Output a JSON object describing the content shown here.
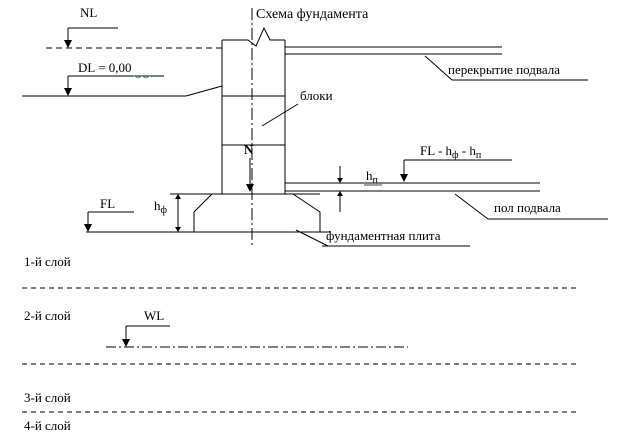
{
  "title": "Схема фундамента",
  "labels": {
    "nl": "NL",
    "dl_prefix": "DL = ",
    "dl_value": "0,00",
    "floor_slab": "перекрытие подвала",
    "blocks": "блоки",
    "load": "N",
    "fl_formula_prefix": "FL - h",
    "fl_formula_sub1": "ф",
    "fl_formula_mid": " - h",
    "fl_formula_sub2": "п",
    "hp_main": "h",
    "hp_sub": "п",
    "hf_main": "h",
    "hf_sub": "ф",
    "fl": "FL",
    "basement_floor": "пол подвала",
    "foundation_slab": "фундаментная плита",
    "wl": "WL"
  },
  "layers": [
    {
      "label": "1-й слой"
    },
    {
      "label": "2-й слой"
    },
    {
      "label": "3-й слой"
    },
    {
      "label": "4-й слой"
    }
  ],
  "colors": {
    "ink": "#000000",
    "spellcheck": "#2e8b57"
  }
}
